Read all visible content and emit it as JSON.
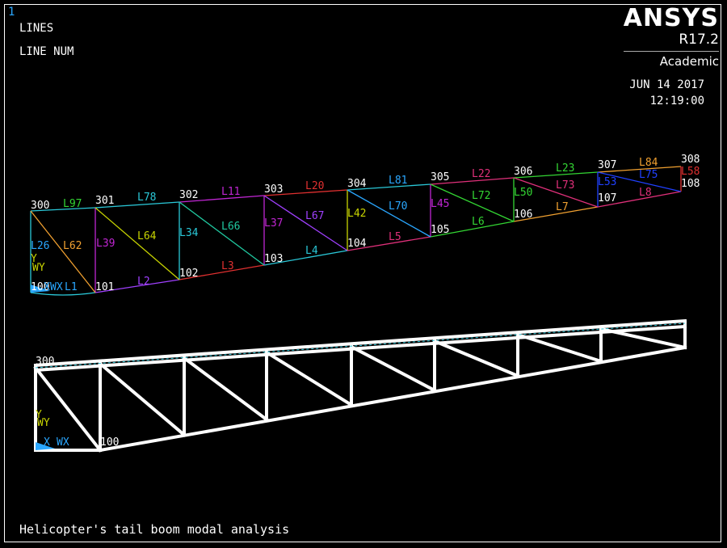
{
  "window_number": "1",
  "display_labels": [
    "LINES",
    "LINE NUM"
  ],
  "brand": {
    "name": "ANSYS",
    "version": "R17.2",
    "edition": "Academic"
  },
  "date": "JUN 14 2017",
  "time": "12:19:00",
  "caption": "Helicopter's tail boom modal analysis",
  "colors": {
    "background": "#000000",
    "text": "#ffffff",
    "structure": "#ffffff",
    "axis_y": "#c8d400",
    "axis_x": "#2aa7ff"
  },
  "upper_view": {
    "keypoints": {
      "top": [
        "300",
        "301",
        "302",
        "303",
        "304",
        "305",
        "306",
        "307",
        "308"
      ],
      "bottom": [
        "100",
        "101",
        "102",
        "103",
        "104",
        "105",
        "106",
        "107",
        "108"
      ]
    },
    "line_labels": [
      "L97",
      "L78",
      "L11",
      "L20",
      "L81",
      "L22",
      "L23",
      "L84",
      "L58",
      "L26",
      "L62",
      "L39",
      "L64",
      "L34",
      "L66",
      "L37",
      "L67",
      "L42",
      "L70",
      "L45",
      "L72",
      "L50",
      "L73",
      "L53",
      "L75",
      "L1",
      "L2",
      "L3",
      "L4",
      "L5",
      "L6",
      "L7",
      "L8"
    ],
    "axis_labels": [
      "Y",
      "WY",
      "WX",
      "X"
    ]
  },
  "lower_view": {
    "keypoint_labels": [
      "300",
      "100"
    ],
    "axis_labels": [
      "Y",
      "WY",
      "X",
      "WX"
    ]
  }
}
